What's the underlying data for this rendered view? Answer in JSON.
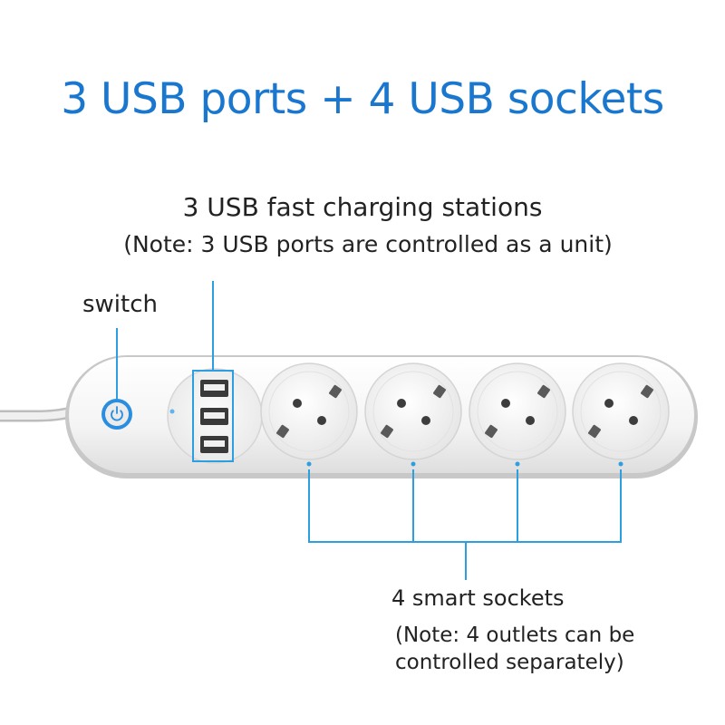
{
  "headline": "3 USB ports + 4 USB sockets",
  "usb_callout": {
    "title": "3 USB fast charging stations",
    "note": "(Note: 3 USB ports are controlled as a unit)"
  },
  "switch_callout": {
    "label": "switch"
  },
  "sockets_callout": {
    "label": "4 smart sockets",
    "note": "(Note: 4 outlets can be controlled separately)"
  },
  "product": {
    "usb_port_count": 3,
    "socket_count": 4
  },
  "colors": {
    "accent_blue": "#1a77cf",
    "callout_line": "#2d9fe0",
    "body_white": "#f7f7f7",
    "trim_gray": "#c9c9c9",
    "text": "#222222"
  }
}
